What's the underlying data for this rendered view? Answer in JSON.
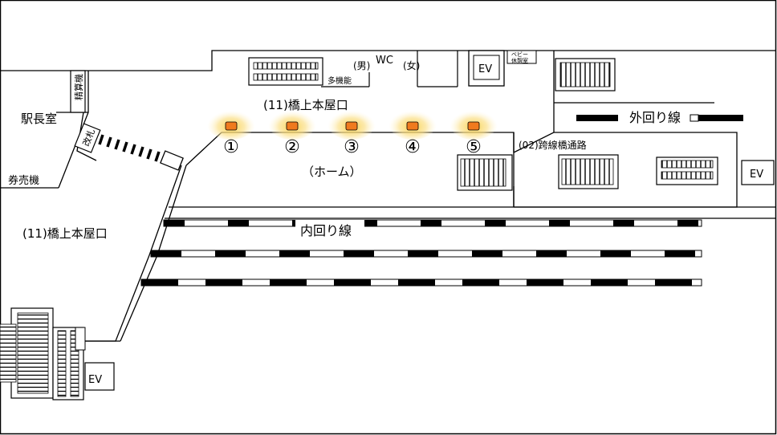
{
  "labels": {
    "station_master": "駅長室",
    "fare_adjust": "精算機",
    "ticket_gate": "改札",
    "ticket_machine": "券売機",
    "exit_upper": "(11)橋上本屋口",
    "exit_left": "(11)橋上本屋口",
    "platform": "（ホーム）",
    "wc": "WC",
    "wc_men": "(男)",
    "wc_women": "(女)",
    "wc_multi": "多機能",
    "ev_top": "EV",
    "ev_right": "EV",
    "ev_bottom": "EV",
    "baby_room_line1": "ベビー",
    "baby_room_line2": "休憩室",
    "bridge": "(02)跨線橋通路",
    "outer_line": "外回り線",
    "inner_line": "内回り線"
  },
  "positions_on_platform": [
    "①",
    "②",
    "③",
    "④",
    "⑤"
  ],
  "colors": {
    "marker_fill": "#f07a1e",
    "marker_glow": "#fbe08a",
    "outline": "#000000"
  }
}
